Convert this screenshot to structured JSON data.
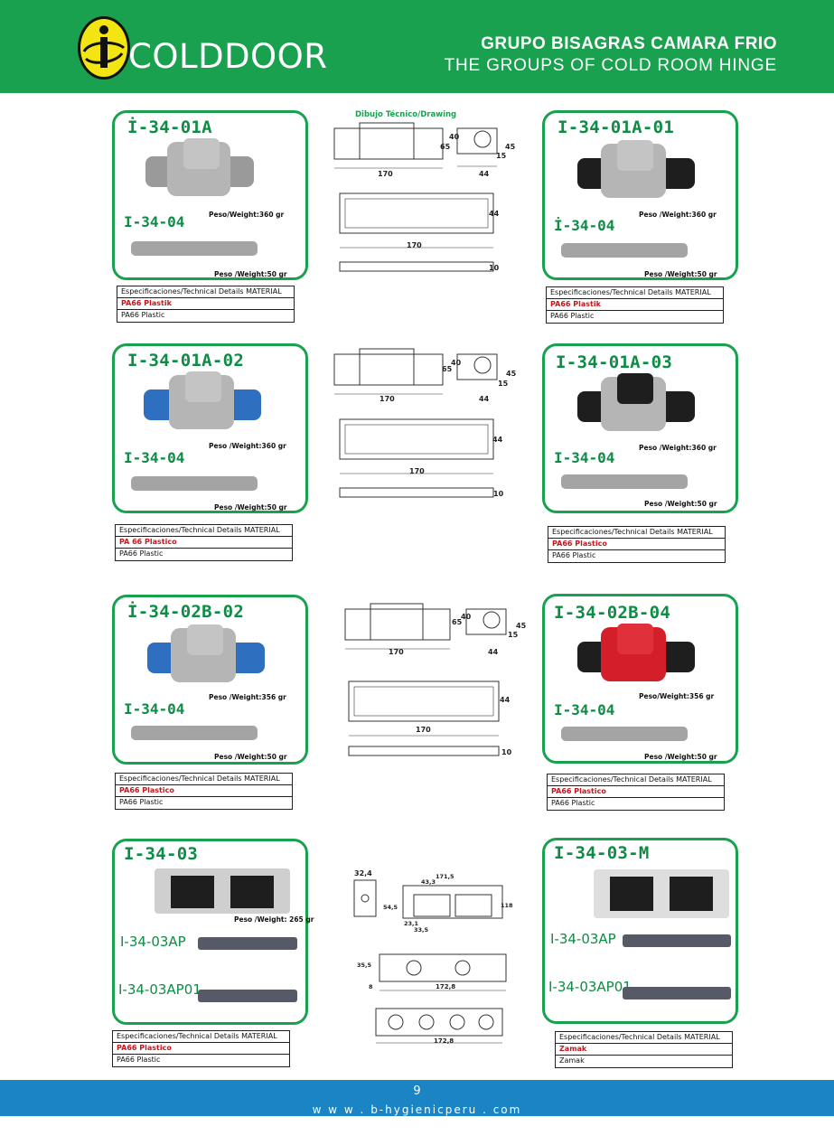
{
  "header": {
    "brand": "COLDDOOR",
    "title_es": "GRUPO BISAGRAS CAMARA FRIO",
    "title_en": "THE GROUPS OF COLD ROOM HINGE",
    "logo_icon": "colddoor-logo-icon"
  },
  "drawing_title": "Dibujo Técnico/Drawing",
  "spec_header": "Especificaciones/Technical Details MATERIAL",
  "weight_plate": "Peso /Weight:50 gr",
  "products": [
    {
      "code": "İ-34-01A",
      "sub": "I-34-04",
      "weight": "Peso/Weight:360 gr",
      "material": "PA66 Plastik",
      "material_en": "PA66 Plastic",
      "colors": [
        "#a9a9a9",
        "#9a9a9a"
      ]
    },
    {
      "code": "I-34-01A-01",
      "sub": "İ-34-04",
      "weight": "Peso /Weight:360 gr",
      "material": "PA66 Plastik",
      "material_en": "PA66 Plastic",
      "colors": [
        "#a9a9a9",
        "#1e1e1e"
      ]
    },
    {
      "code": "I-34-01A-02",
      "sub": "I-34-04",
      "weight": "Peso /Weight:360 gr",
      "material": "PA 66 Plastico",
      "material_en": "PA66 Plastic",
      "colors": [
        "#a9a9a9",
        "#2f6fc0"
      ]
    },
    {
      "code": "I-34-01A-03",
      "sub": "I-34-04",
      "weight": "Peso /Weight:360 gr",
      "material": "PA66 Plastico",
      "material_en": "PA66 Plastic",
      "colors": [
        "#1e1e1e",
        "#1e1e1e"
      ]
    },
    {
      "code": "İ-34-02B-02",
      "sub": "I-34-04",
      "weight": "Peso /Weight:356 gr",
      "material": "PA66 Plastico",
      "material_en": "PA66 Plastic",
      "colors": [
        "#a9a9a9",
        "#2f6fc0"
      ]
    },
    {
      "code": "I-34-02B-04",
      "sub": "I-34-04",
      "weight": "Peso/Weight:356 gr",
      "material": "PA66 Plastico",
      "material_en": "PA66 Plastic",
      "colors": [
        "#d41f2a",
        "#1e1e1e"
      ]
    },
    {
      "code": "I-34-03",
      "sub": "I-34-03AP",
      "sub2": "I-34-03AP01",
      "weight": "Peso /Weight: 265 gr",
      "material": "PA66 Plastico",
      "material_en": "PA66 Plastic"
    },
    {
      "code": "I-34-03-M",
      "sub": "I-34-03AP",
      "sub2": "I-34-03AP01",
      "material": "Zamak",
      "material_en": "Zamak"
    }
  ],
  "dims": {
    "length": "170",
    "width": "44",
    "h65": "65",
    "h40": "40",
    "h15": "15",
    "h45": "45",
    "t10": "10"
  },
  "dims2": {
    "d32": "32,4",
    "d171": "171,5",
    "d43": "43,3",
    "d23": "23,1",
    "d33": "33,5",
    "d118": "118",
    "d54": "54,5",
    "d172": "172,8",
    "d35": "35,5",
    "d8": "8"
  },
  "footer": {
    "page": "9",
    "site": "w w w . b-hygienicperu . com"
  }
}
